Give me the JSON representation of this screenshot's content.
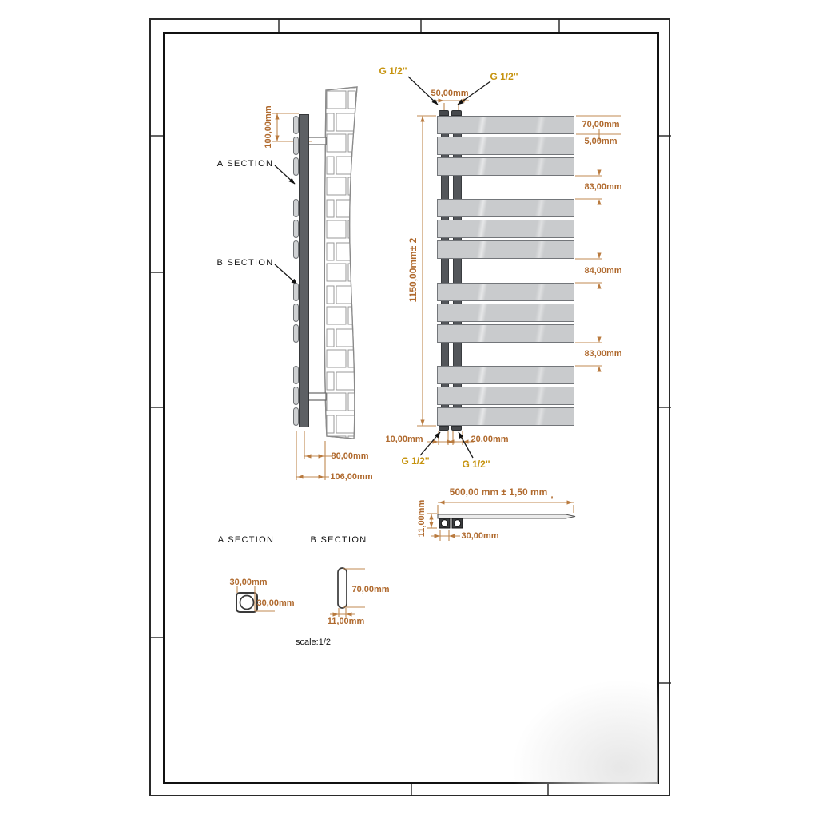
{
  "drawing": {
    "front_view": {
      "overall_height": "1150,00mm± 2",
      "top_fitting_left": "G 1/2''",
      "top_fitting_right": "G 1/2''",
      "bottom_fitting_left": "G 1/2''",
      "bottom_fitting_right": "G 1/2''",
      "fitting_spacing_top": "50,00mm",
      "panel_height": "70,00mm",
      "panel_gap": "5,00mm",
      "group_gaps": [
        "83,00mm",
        "84,00mm",
        "83,00mm"
      ],
      "bottom_offset_left": "10,00mm",
      "bottom_offset_right": "20,00mm"
    },
    "side_view": {
      "callout_a": "A SECTION",
      "callout_b": "B SECTION",
      "bracket_offset": "100,00mm",
      "depth_to_wall": "80,00mm",
      "total_depth": "106,00mm"
    },
    "top_view": {
      "overall_width": "500,00 mm ± 1,50 mm",
      "width_suffix_mark": ",",
      "panel_thickness": "11,00mm",
      "tube_spacing": "30,00mm"
    },
    "section_a": {
      "title": "A SECTION",
      "width": "30,00mm",
      "height": "30,00mm"
    },
    "section_b": {
      "title": "B SECTION",
      "height": "70,00mm",
      "width": "11,00mm"
    },
    "scale_note": "scale:1/2"
  },
  "colors": {
    "dimension_text": "#b06a2e",
    "dimension_line": "#c08850",
    "fitting_text": "#c6930e",
    "panel_fill": "#c9cbcd",
    "tube_dark": "#53565a",
    "wall_outline": "#8a8a8a",
    "frame": "#111111"
  }
}
